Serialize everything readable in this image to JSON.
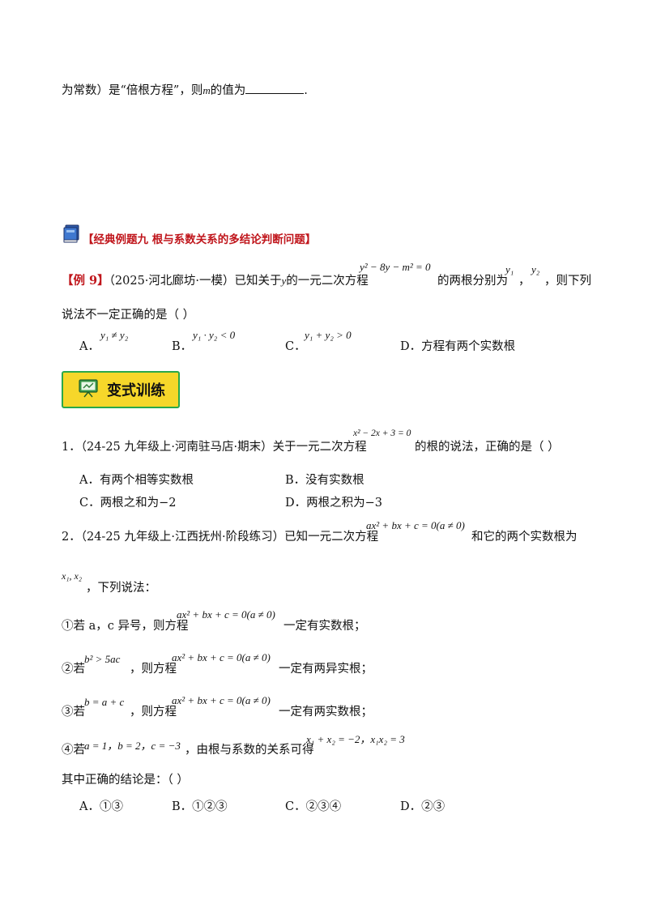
{
  "top_line": {
    "pre": "为常数）是“倍根方程”，则",
    "var": "m",
    "post": "的值为",
    "end": "."
  },
  "section": {
    "title": "【经典例题九  根与系数关系的多结论判断问题】"
  },
  "example9": {
    "tag": "【例 9】",
    "text_a": "（2025·河北廊坊·一模）已知关于",
    "var_y": "y",
    "text_b": "的一元二次方程",
    "equation": "y² − 8y − m² = 0",
    "text_c": "的两根分别为",
    "root1": "y₁",
    "sep": "，",
    "root2": "y₂",
    "text_d": "，则下列",
    "line2": "说法不一定正确的是（    ）",
    "options": [
      {
        "letter": "A．",
        "math": "y₁ ≠ y₂"
      },
      {
        "letter": "B．",
        "math": "y₁ · y₂ < 0"
      },
      {
        "letter": "C．",
        "math": "y₁ + y₂ > 0"
      },
      {
        "letter": "D．",
        "text": "方程有两个实数根"
      }
    ]
  },
  "banner": {
    "label": "变式训练"
  },
  "q1": {
    "stem_a": "1．（24-25 九年级上·河南驻马店·期末）关于一元二次方程",
    "equation": "x² − 2x + 3 = 0",
    "stem_b": "的根的说法，正确的是（    ）",
    "options": [
      {
        "letter": "A．",
        "text": "有两个相等实数根"
      },
      {
        "letter": "B．",
        "text": "没有实数根"
      },
      {
        "letter": "C．",
        "text": "两根之和为−2"
      },
      {
        "letter": "D．",
        "text": "两根之积为−3"
      }
    ]
  },
  "q2": {
    "stem_a": "2．（24-25 九年级上·江西抚州·阶段练习）已知一元二次方程",
    "equation": "ax² + bx + c = 0(a ≠ 0)",
    "stem_b": "和它的两个实数根为",
    "roots": "x₁, x₂",
    "roots_post": "，下列说法：",
    "statements": [
      {
        "pre": "①若 a，c 异号，则方程",
        "math": "ax² + bx + c = 0(a ≠ 0)",
        "post": "一定有实数根；"
      },
      {
        "pre": "②若",
        "cond": "b² > 5ac",
        "mid": "，则方程",
        "math": "ax² + bx + c = 0(a ≠ 0)",
        "post": "一定有两异实根；"
      },
      {
        "pre": "③若",
        "cond": "b = a + c",
        "mid": "，则方程",
        "math": "ax² + bx + c = 0(a ≠ 0)",
        "post": "一定有两实数根；"
      },
      {
        "pre": "④若",
        "cond": "a = 1，b = 2，c = −3",
        "mid": "，由根与系数的关系可得",
        "math": "x₁ + x₂ = −2，x₁x₂ = 3",
        "post": ""
      }
    ],
    "conclusion": "其中正确的结论是：（    ）",
    "options": [
      {
        "letter": "A．",
        "text": "①③"
      },
      {
        "letter": "B．",
        "text": "①②③"
      },
      {
        "letter": "C．",
        "text": "②③④"
      },
      {
        "letter": "D．",
        "text": "②③"
      }
    ]
  }
}
